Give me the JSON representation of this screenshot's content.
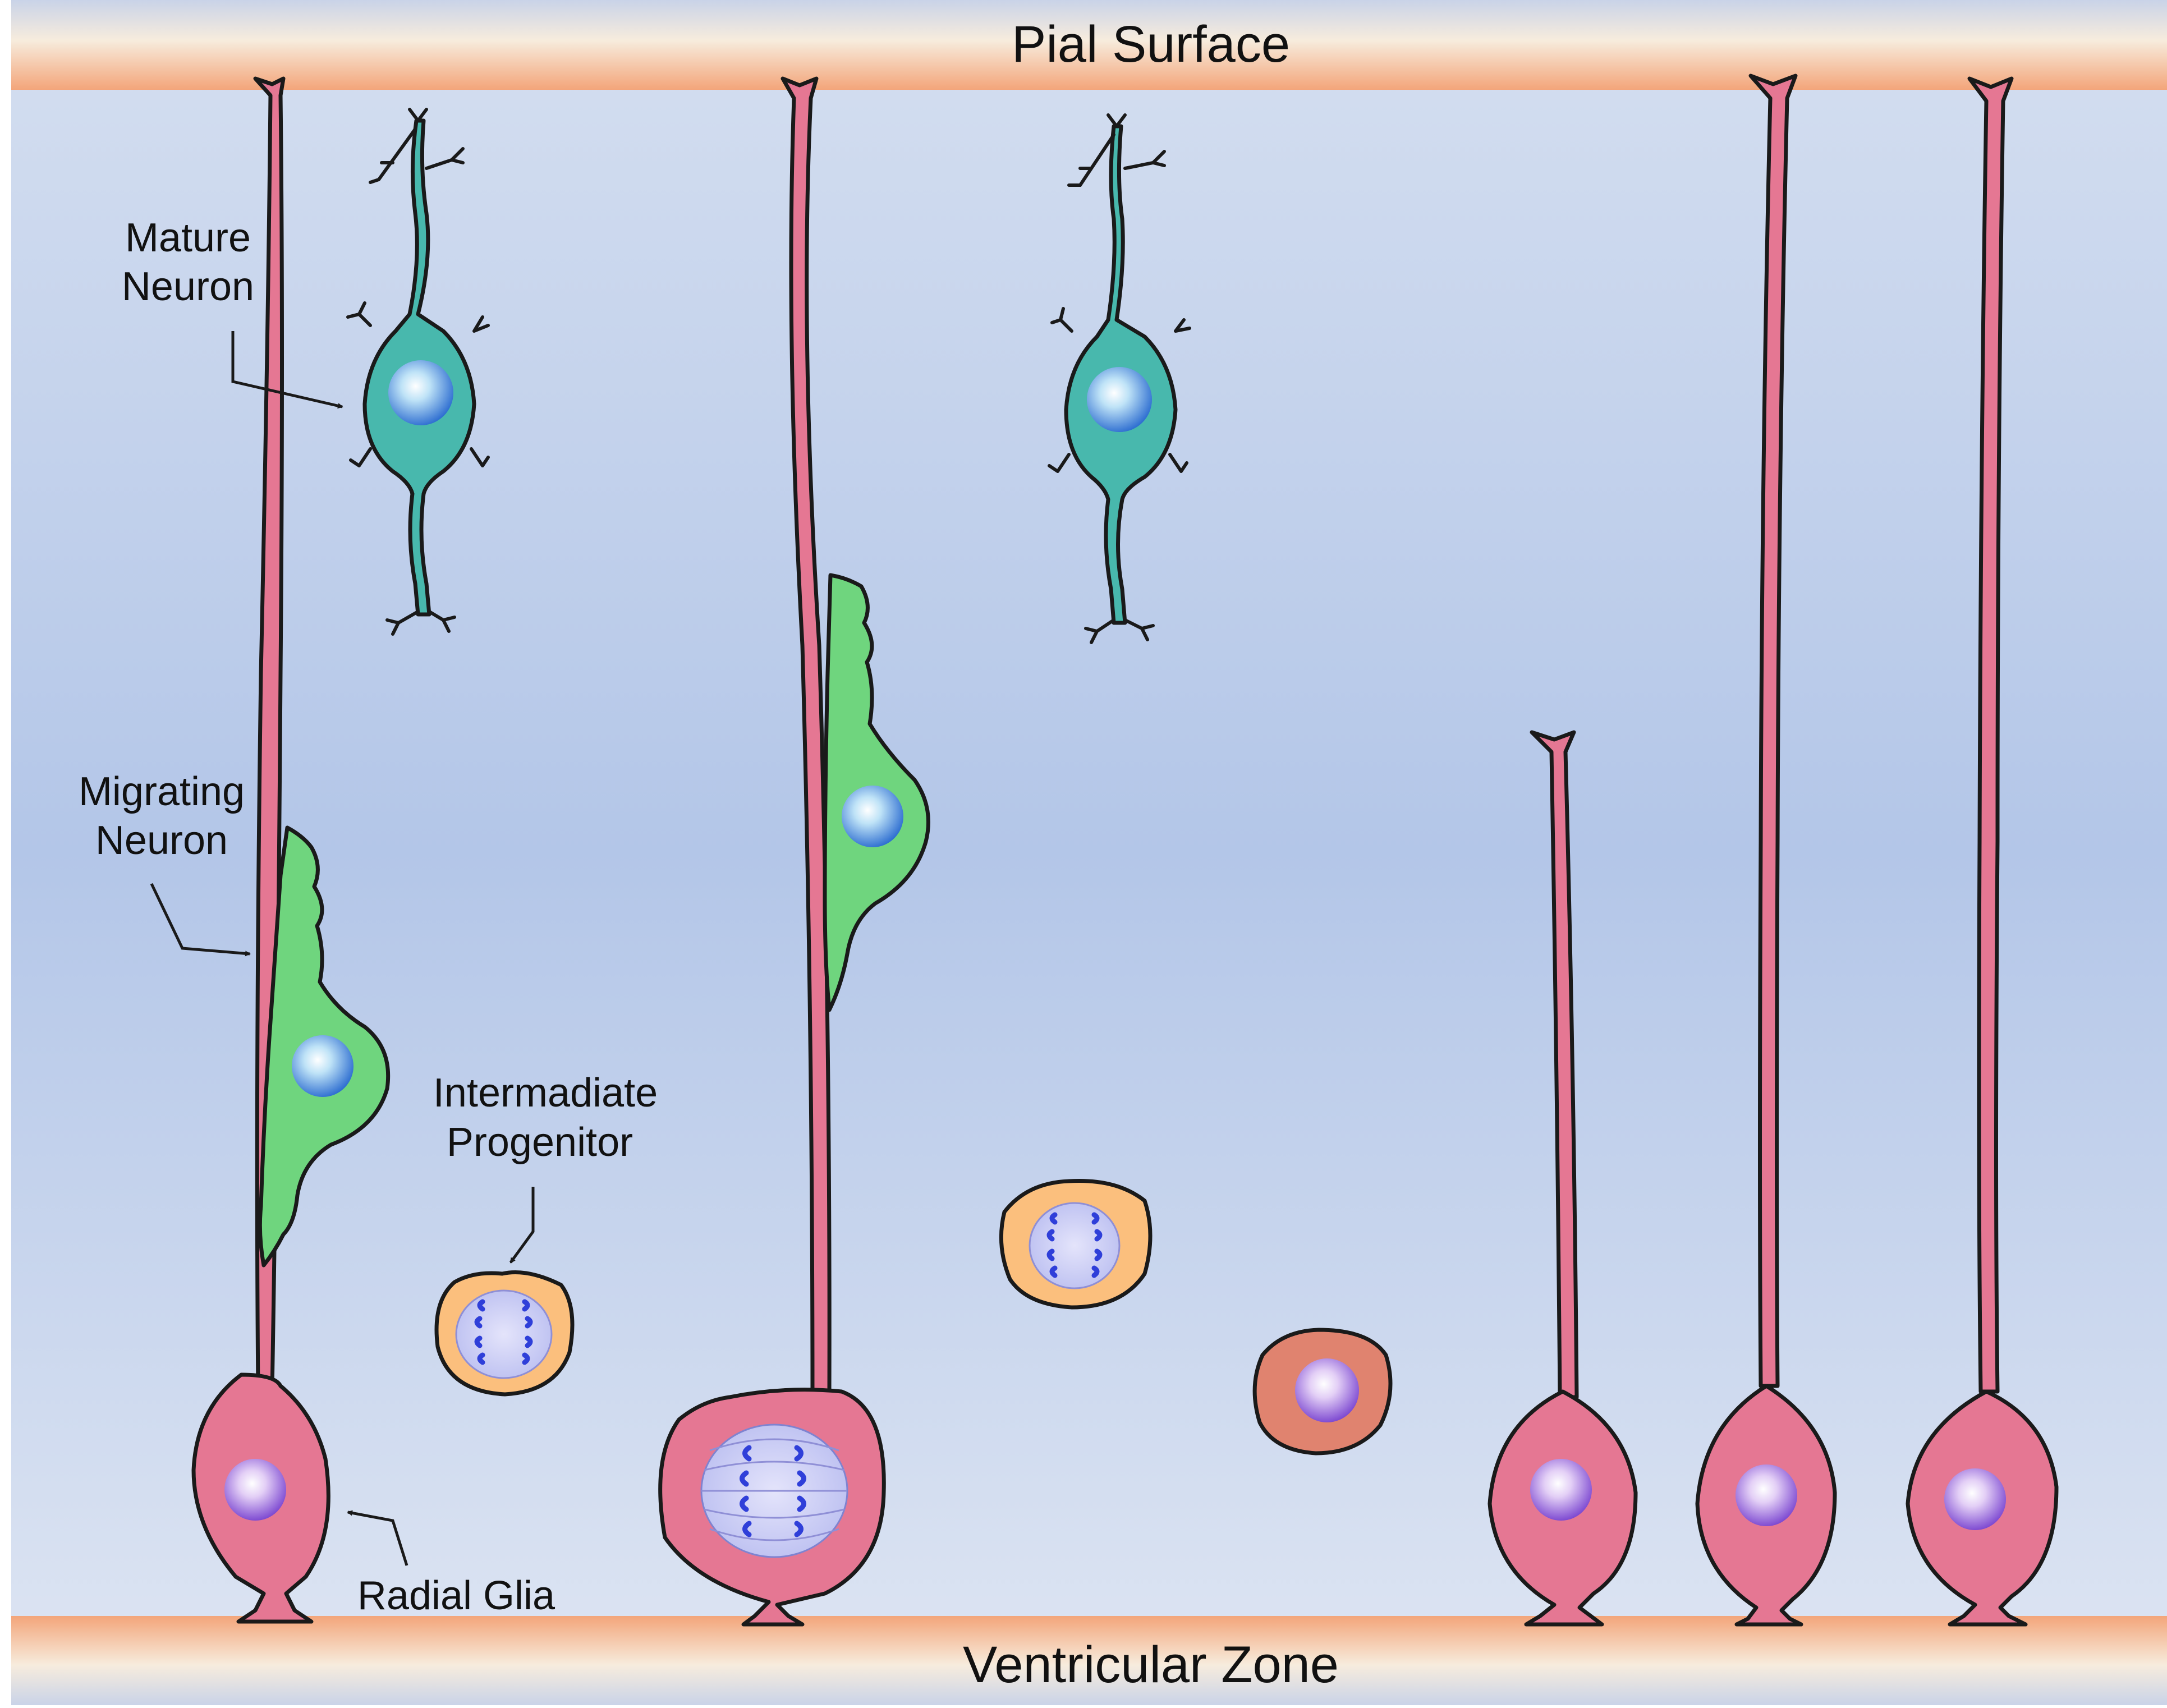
{
  "bands": {
    "top_label": "Pial Surface",
    "bottom_label": "Ventricular Zone"
  },
  "labels": {
    "mature_neuron": [
      "Mature",
      "Neuron"
    ],
    "migrating_neuron": [
      "Migrating",
      "Neuron"
    ],
    "intermediate_progenitor": [
      "Intermadiate",
      "Progenitor"
    ],
    "radial_glia": "Radial Glia"
  },
  "colors": {
    "background_top": "#d3deef",
    "background_mid": "#b5c8e8",
    "band_orange": "#f2a77c",
    "band_cream": "#f7eadb",
    "radial_glia": "#e57793",
    "mature_neuron": "#48b8ad",
    "migrating_neuron": "#6fd57e",
    "progenitor_ring": "#fbbf7d",
    "progenitor_dark": "#e0836f",
    "nucleus_blue": "#3b79d6",
    "nucleus_purple": "#8a55d8"
  }
}
